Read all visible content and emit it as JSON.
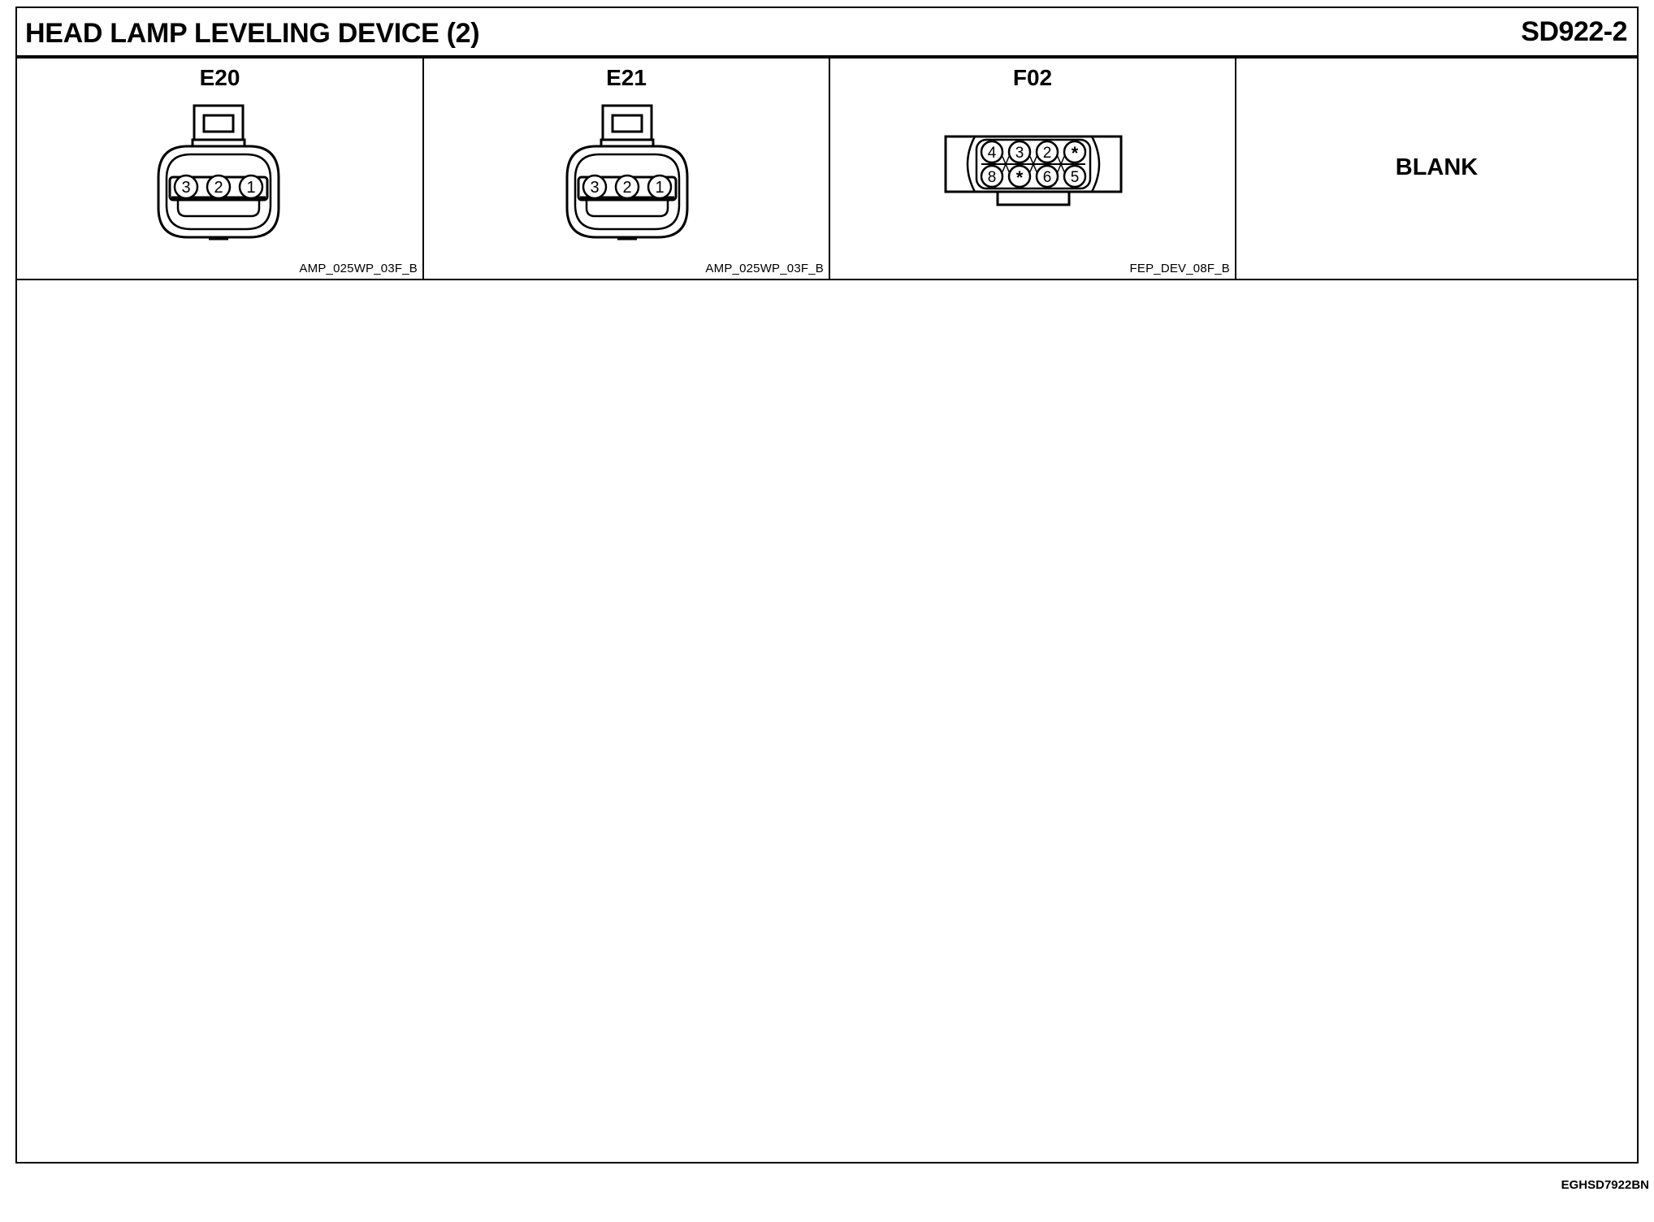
{
  "header": {
    "title": "HEAD LAMP LEVELING DEVICE (2)",
    "code": "SD922-2"
  },
  "connectors": [
    {
      "id": "E20",
      "part_code": "AMP_025WP_03F_B",
      "pins": [
        "3",
        "2",
        "1"
      ]
    },
    {
      "id": "E21",
      "part_code": "AMP_025WP_03F_B",
      "pins": [
        "3",
        "2",
        "1"
      ]
    },
    {
      "id": "F02",
      "part_code": "FEP_DEV_08F_B",
      "pins_top": [
        "4",
        "3",
        "2",
        "*"
      ],
      "pins_bottom": [
        "8",
        "*",
        "6",
        "5"
      ]
    }
  ],
  "blank_cell": {
    "label": "BLANK"
  },
  "footer": {
    "code": "EGHSD7922BN"
  }
}
